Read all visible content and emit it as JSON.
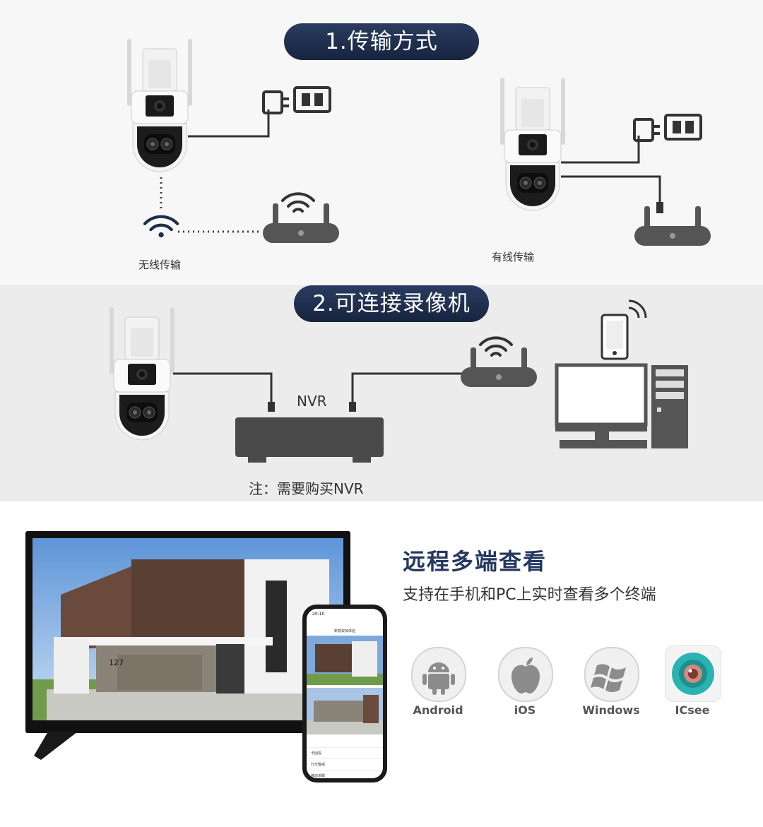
{
  "section1": {
    "title": "1.传输方式",
    "wireless_label": "无线传输",
    "wired_label": "有线传输"
  },
  "section2": {
    "title": "2.可连接录像机",
    "nvr_label": "NVR",
    "note": "注：需要购买NVR"
  },
  "section3": {
    "heading": "远程多端查看",
    "subheading": "支持在手机和PC上实时查看多个终端",
    "phone": {
      "time": "20:10",
      "header": "新款双目体验",
      "menu": [
        "卡回看",
        "灯光警戒",
        "移动追踪"
      ]
    },
    "house_number": "127",
    "platforms": [
      {
        "label": "Android",
        "icon": "android-icon"
      },
      {
        "label": "iOS",
        "icon": "apple-icon"
      },
      {
        "label": "Windows",
        "icon": "windows-icon"
      },
      {
        "label": "ICsee",
        "icon": "icsee-app-icon"
      }
    ]
  },
  "colors": {
    "pill_bg": "#1f2d4c",
    "heading": "#243860",
    "device_gray": "#4a4a4a",
    "icsee_teal": "#2bb3b1"
  }
}
